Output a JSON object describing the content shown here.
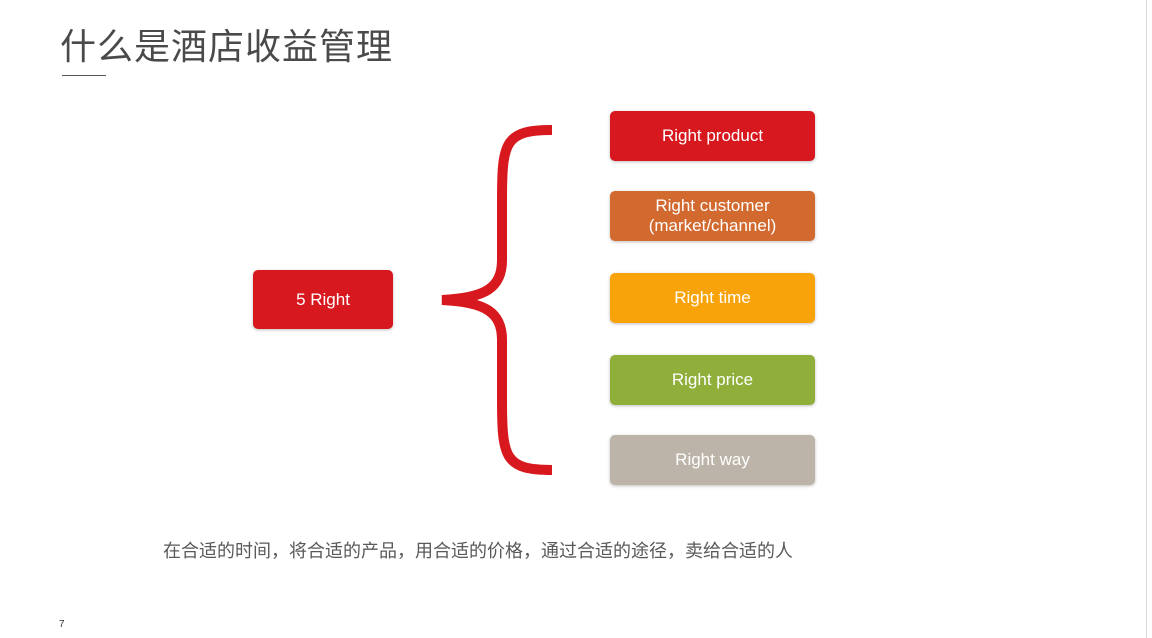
{
  "slide": {
    "title": "什么是酒店收益管理",
    "page_number": "7",
    "caption": "在合适的时间，将合适的产品，用合适的价格，通过合适的途径，卖给合适的人"
  },
  "diagram": {
    "root": {
      "label": "5 Right",
      "color": "#d7191f"
    },
    "brace_color": "#d7191f",
    "items": [
      {
        "label": "Right product",
        "color": "#d7191f"
      },
      {
        "label": "Right customer\n(market/channel)",
        "color": "#d2692f"
      },
      {
        "label": "Right time",
        "color": "#f9a30a"
      },
      {
        "label": "Right price",
        "color": "#8faf3a"
      },
      {
        "label": "Right way",
        "color": "#bcb4a8"
      }
    ]
  }
}
